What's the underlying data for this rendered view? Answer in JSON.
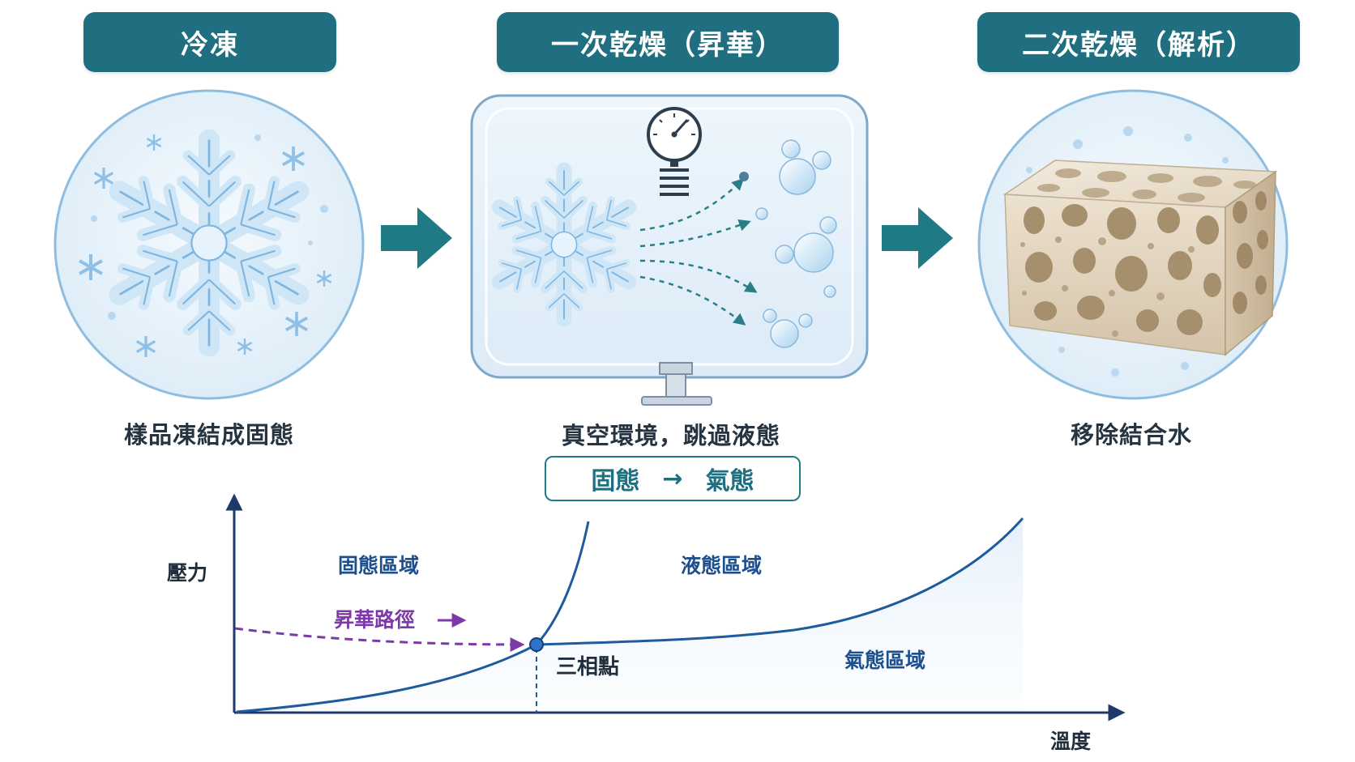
{
  "stages": [
    {
      "title": "冷凍",
      "caption": "樣品凍結成固態"
    },
    {
      "title": "一次乾燥（昇華）",
      "caption": "真空環境，跳過液態"
    },
    {
      "title": "二次乾燥（解析）",
      "caption": "移除結合水"
    }
  ],
  "phase_change": {
    "from": "固態",
    "arrow": "→",
    "to": "氣態"
  },
  "phase_diagram": {
    "y_axis_label": "壓力",
    "x_axis_label": "溫度",
    "regions": {
      "solid": "固態區域",
      "liquid": "液態區域",
      "gas": "氣態區域"
    },
    "path_label": "昇華路徑",
    "triple_point_label": "三相點"
  },
  "colors": {
    "header": "#1f6f80",
    "arrow": "#1f7a85",
    "curve": "#1d5b9e",
    "sublimation_path": "#7b3aa8",
    "ice": "#9ccbea"
  },
  "icons": [
    "snowflake-icon",
    "pressure-gauge-icon",
    "vapor-bubble-icon",
    "porous-cake-icon",
    "right-arrow-icon"
  ]
}
